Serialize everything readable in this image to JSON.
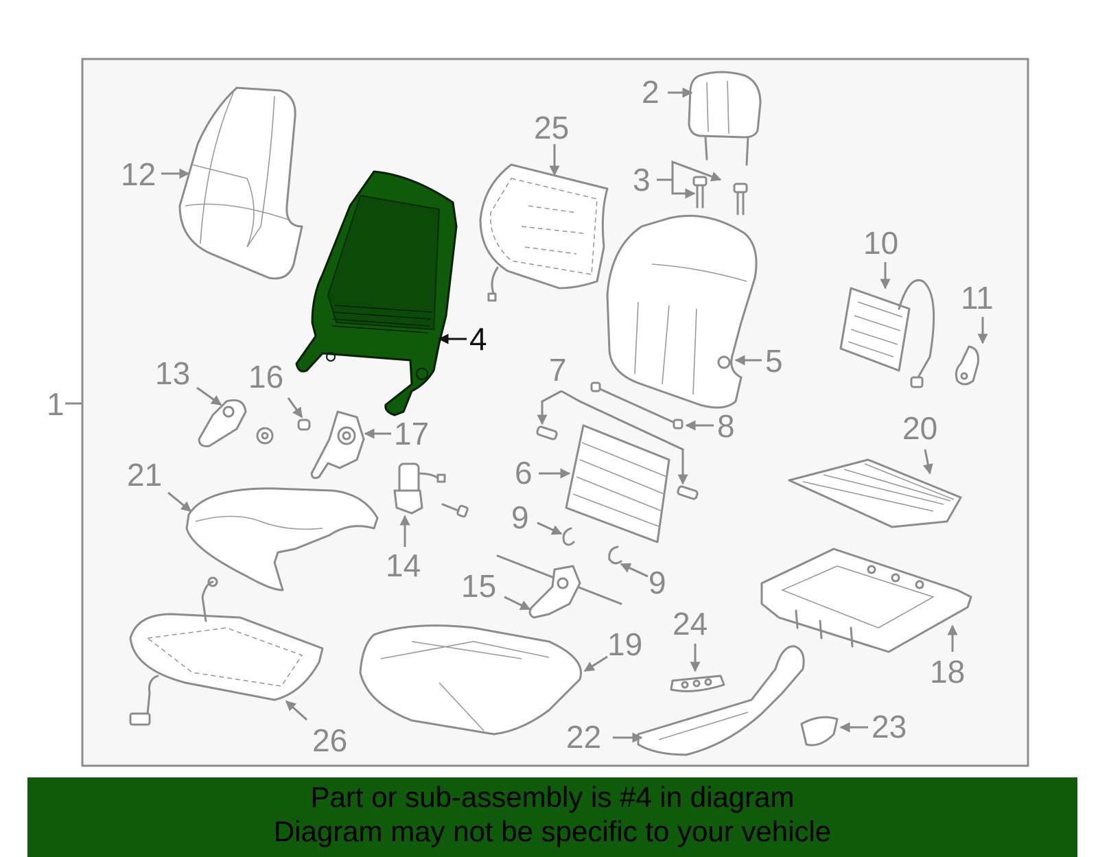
{
  "diagram": {
    "highlight_color": "#0f5a0b",
    "frame_color": "#8c8c8c",
    "highlighted_part": "4",
    "callouts": [
      "1",
      "2",
      "3",
      "4",
      "5",
      "6",
      "7",
      "8",
      "9",
      "9",
      "10",
      "11",
      "12",
      "13",
      "14",
      "15",
      "16",
      "17",
      "18",
      "19",
      "20",
      "21",
      "22",
      "23",
      "24",
      "25",
      "26"
    ]
  },
  "caption": {
    "line1": "Part or sub-assembly is #4 in diagram",
    "line2": "Diagram may not be specific to your vehicle"
  }
}
